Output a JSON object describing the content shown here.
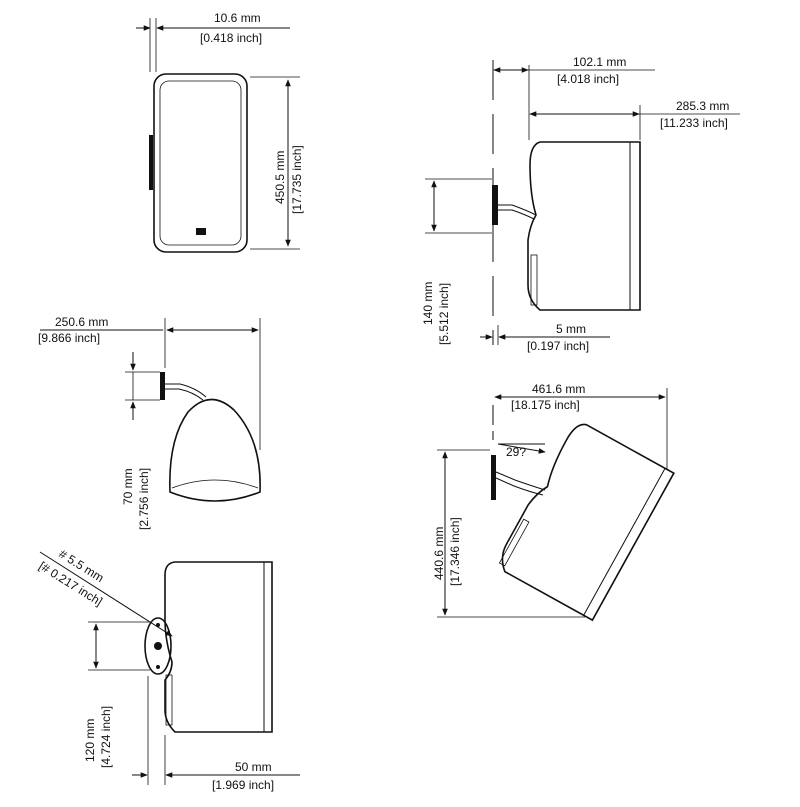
{
  "dimensions": {
    "front_depth": {
      "mm": "10.6 mm",
      "inch": "[0.418 inch]"
    },
    "front_height": {
      "mm": "450.5 mm",
      "inch": "[17.735 inch]"
    },
    "side_offset": {
      "mm": "102.1 mm",
      "inch": "[4.018 inch]"
    },
    "side_depth": {
      "mm": "285.3 mm",
      "inch": "[11.233 inch]"
    },
    "bracket_height": {
      "mm": "140 mm",
      "inch": "[5.512 inch]"
    },
    "bracket_gap": {
      "mm": "5 mm",
      "inch": "[0.197 inch]"
    },
    "top_width": {
      "mm": "250.6 mm",
      "inch": "[9.866 inch]"
    },
    "top_bracket": {
      "mm": "70 mm",
      "inch": "[2.756 inch]"
    },
    "tilt_width": {
      "mm": "461.6 mm",
      "inch": "[18.175 inch]"
    },
    "tilt_height": {
      "mm": "440.6 mm",
      "inch": "[17.346 inch]"
    },
    "tilt_angle": {
      "label": "29?"
    },
    "screw_diameter": {
      "mm": "# 5.5 mm",
      "inch": "[# 0.217 inch]"
    },
    "plate_height": {
      "mm": "120 mm",
      "inch": "[4.724 inch]"
    },
    "plate_offset": {
      "mm": "50 mm",
      "inch": "[1.969 inch]"
    }
  }
}
